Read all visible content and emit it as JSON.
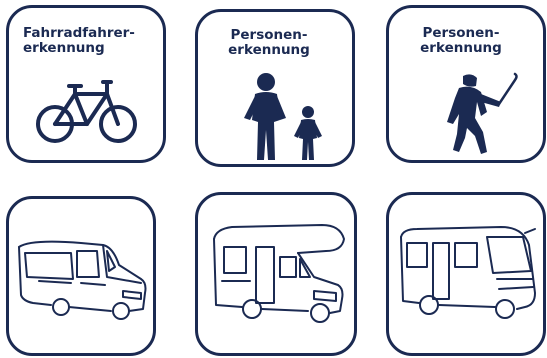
{
  "tiles": [
    {
      "label": "Fahrradfahrer-\nerkennung",
      "icon": "bicycle-icon"
    },
    {
      "label": "Personen-\nerkennung",
      "icon": "pedestrians-icon"
    },
    {
      "label": "Personen-\nerkennung",
      "icon": "burglar-icon"
    },
    {
      "label": "",
      "icon": "van-icon"
    },
    {
      "label": "",
      "icon": "camper-alcove-icon"
    },
    {
      "label": "",
      "icon": "motorhome-icon"
    }
  ],
  "colors": {
    "navy": "#1b2a52",
    "background": "#ffffff"
  }
}
